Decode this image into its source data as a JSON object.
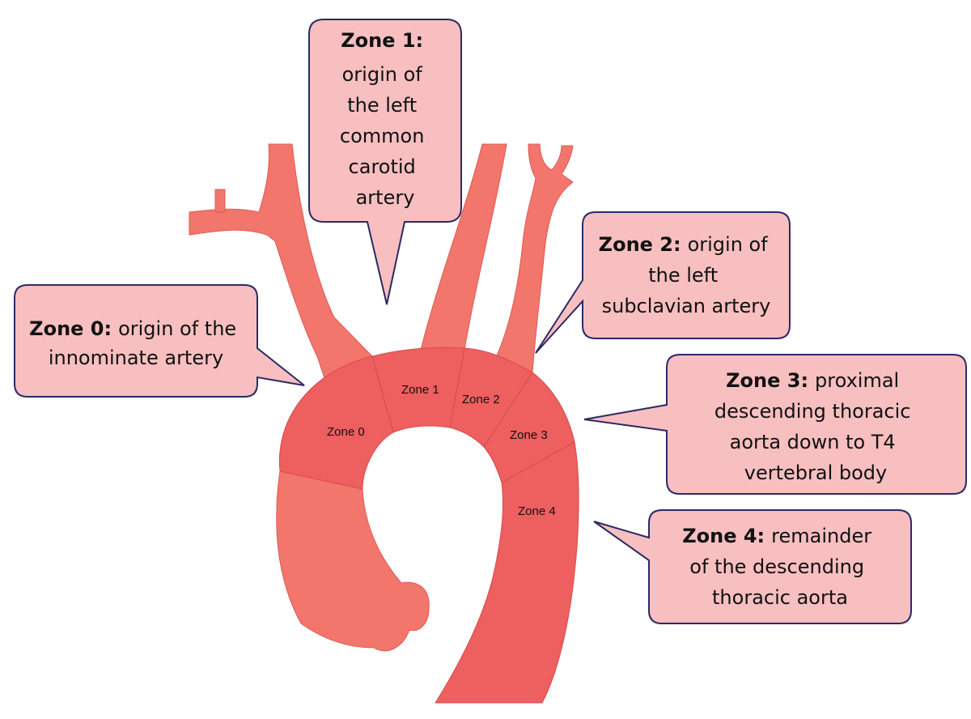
{
  "colors": {
    "vessel": "#F2766B",
    "zone": "#EE5F5F",
    "callout_fill": "#F8BFC0",
    "callout_stroke": "#2B2A66"
  },
  "zones": [
    {
      "id": "0",
      "label": "Zone 0"
    },
    {
      "id": "1",
      "label": "Zone 1"
    },
    {
      "id": "2",
      "label": "Zone 2"
    },
    {
      "id": "3",
      "label": "Zone 3"
    },
    {
      "id": "4",
      "label": "Zone 4"
    }
  ],
  "callouts": {
    "zone1": {
      "heading": "Zone 1:",
      "lines": [
        "origin of",
        "the left",
        "common",
        "carotid",
        "artery"
      ]
    },
    "zone0": {
      "heading": "Zone 0:",
      "first_rest": "origin of the",
      "lines": [
        "innominate artery"
      ]
    },
    "zone2": {
      "heading": "Zone 2:",
      "first_rest": "origin of",
      "lines": [
        "the left",
        "subclavian artery"
      ]
    },
    "zone3": {
      "heading": "Zone 3:",
      "first_rest": "proximal",
      "lines": [
        "descending thoracic",
        "aorta down to T4",
        "vertebral body"
      ]
    },
    "zone4": {
      "heading": "Zone 4:",
      "first_rest": "remainder",
      "lines": [
        "of the descending",
        "thoracic aorta"
      ]
    }
  }
}
